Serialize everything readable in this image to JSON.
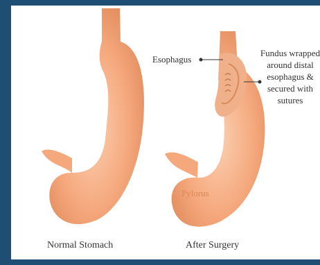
{
  "colors": {
    "border": "#1f4e74",
    "background": "#ffffff",
    "stomach_fill": "#f5a87c",
    "stomach_light": "#fbd0b3",
    "stomach_dark": "#e08a5c",
    "text": "#333333",
    "pylorus_text": "#d98a55"
  },
  "labels": {
    "esophagus": "Esophagus",
    "fundus_lines": [
      "Fundus wrapped",
      "around distal",
      "esophagus &",
      "secured with",
      "sutures"
    ],
    "pylorus": "Pylorus"
  },
  "captions": {
    "normal": "Normal Stomach",
    "after": "After Surgery"
  }
}
